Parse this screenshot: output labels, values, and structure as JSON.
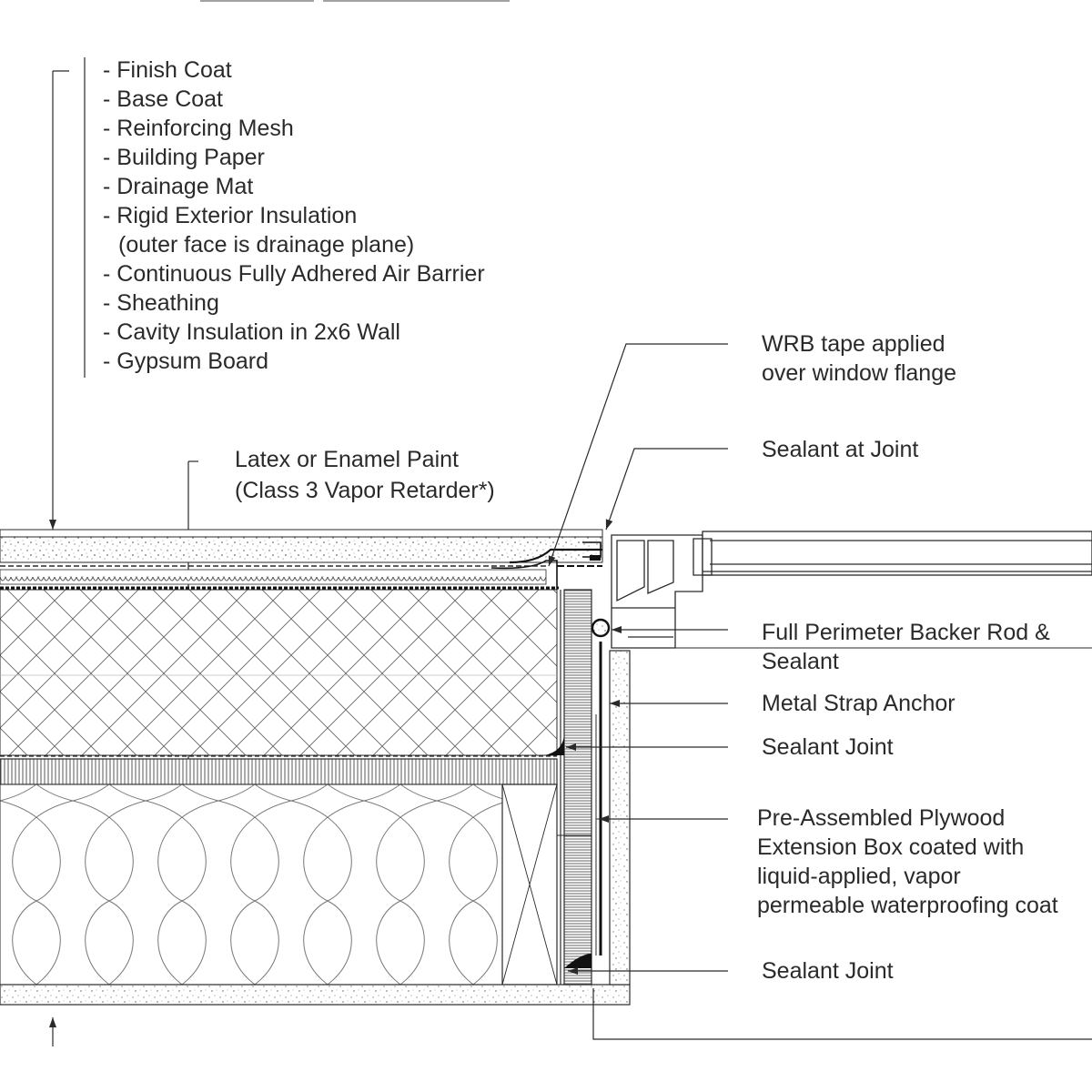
{
  "layers": {
    "items": [
      "- Finish Coat",
      "- Base Coat",
      "- Reinforcing Mesh",
      "- Building Paper",
      "- Drainage Mat",
      "- Rigid Exterior Insulation",
      "(outer face is drainage plane)",
      "- Continuous Fully Adhered Air Barrier",
      "- Sheathing",
      "- Cavity Insulation in 2x6 Wall",
      "- Gypsum Board"
    ]
  },
  "paint": {
    "line1": "Latex or Enamel Paint",
    "line2": "(Class 3 Vapor Retarder*)"
  },
  "callouts": {
    "wrb_tape": [
      "WRB tape applied",
      "over window flange"
    ],
    "sealant_at_joint": "Sealant at Joint",
    "backer_rod": [
      "Full Perimeter Backer Rod &",
      "Sealant"
    ],
    "metal_strap": "Metal Strap Anchor",
    "sealant_joint_1": "Sealant Joint",
    "plywood_box": [
      "Pre-Assembled Plywood",
      "Extension Box coated with",
      "liquid-applied, vapor",
      "permeable waterproofing coat"
    ],
    "sealant_joint_2": "Sealant Joint"
  },
  "colors": {
    "line": "#2a2a2a",
    "hatch": "#555555",
    "fill_light": "#f2f2f2"
  }
}
